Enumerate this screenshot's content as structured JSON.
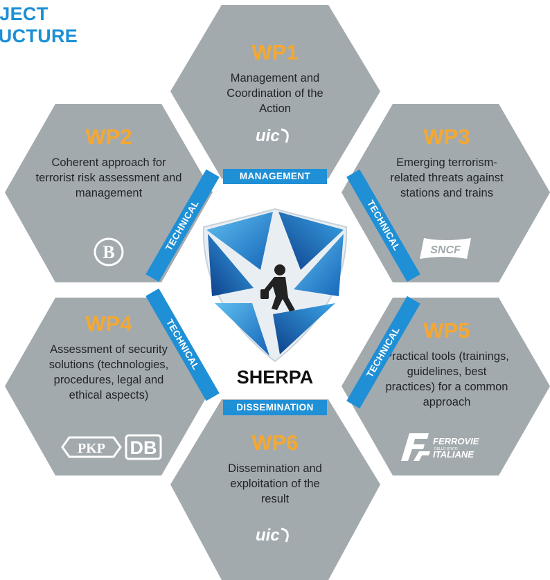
{
  "title": {
    "line1": "OJECT",
    "line2": "RUCTURE"
  },
  "center": {
    "label": "SHERPA"
  },
  "work_packages": [
    {
      "id": "WP1",
      "description": "Management and Coordination of the Action",
      "logo": "UIC",
      "tag": "MANAGEMENT"
    },
    {
      "id": "WP2",
      "description": "Coherent approach for terrorist risk assessment and management",
      "logo": "B",
      "tag": "TECHNICAL"
    },
    {
      "id": "WP3",
      "description": "Emerging terrorism-related threats against stations and trains",
      "logo": "SNCF",
      "tag": "TECHNICAL"
    },
    {
      "id": "WP4",
      "description": "Assessment of security solutions (technologies, procedures, legal and ethical aspects)",
      "logos": [
        "PKP",
        "DB"
      ],
      "tag": "TECHNICAL"
    },
    {
      "id": "WP5",
      "description": "Practical tools (trainings, guidelines, best practices) for a common approach",
      "logo_lines": [
        "FERROVIE",
        "DELLO STATO",
        "ITALIANE"
      ],
      "tag": "TECHNICAL"
    },
    {
      "id": "WP6",
      "description": "Dissemination and exploitation of the result",
      "logo": "UIC",
      "tag": "DISSEMINATION"
    }
  ],
  "colors": {
    "hexagon": "#a3aaae",
    "accent": "#1f8fd6",
    "wp_number": "#f5a830"
  }
}
